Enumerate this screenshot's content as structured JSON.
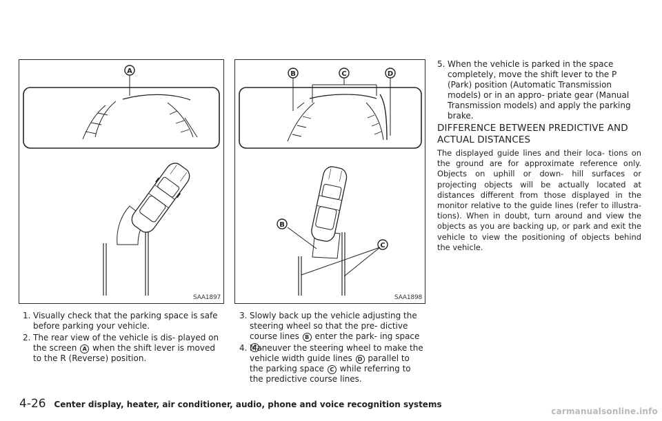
{
  "figures": [
    {
      "code": "SAA1897",
      "callouts": [
        "A"
      ]
    },
    {
      "code": "SAA1898",
      "callouts": [
        "B",
        "C",
        "D",
        "B",
        "C"
      ]
    }
  ],
  "steps": [
    {
      "num": "1.",
      "parts": [
        "Visually check that the parking space is safe before parking your vehicle."
      ]
    },
    {
      "num": "2.",
      "parts": [
        "The rear view of the vehicle is dis- played on the screen",
        "A",
        "when the shift lever is moved to the R (Reverse) position."
      ]
    },
    {
      "num": "3.",
      "parts": [
        "Slowly back up the vehicle adjusting the steering wheel so that the pre- dictive course lines",
        "B",
        "enter the park- ing space",
        "C",
        "."
      ]
    },
    {
      "num": "4.",
      "parts": [
        "Maneuver the steering wheel to make the vehicle width guide lines",
        "D",
        "parallel to the parking space",
        "C",
        "while referring to the predictive course lines."
      ]
    },
    {
      "num": "5.",
      "parts": [
        "When the vehicle is parked in the space completely, move the shift lever to the P (Park) position (Automatic Transmission models) or in an appro- priate gear (Manual Transmission models) and apply the parking brake."
      ]
    }
  ],
  "section": {
    "heading": "DIFFERENCE BETWEEN PREDICTIVE AND ACTUAL DISTANCES",
    "body": "The displayed guide lines and their loca- tions on the ground are for approximate reference only. Objects on uphill or down- hill surfaces or projecting objects will be actually located at distances different from those displayed in the monitor relative to the guide lines (refer to illustra- tions). When in doubt, turn around and view the objects as you are backing up, or park and exit the vehicle to view the positioning of objects behind the vehicle."
  },
  "footer": {
    "page_number": "4-26",
    "title": "Center display, heater, air conditioner, audio, phone and voice recognition systems"
  },
  "watermark": "carmanualsonline.info"
}
